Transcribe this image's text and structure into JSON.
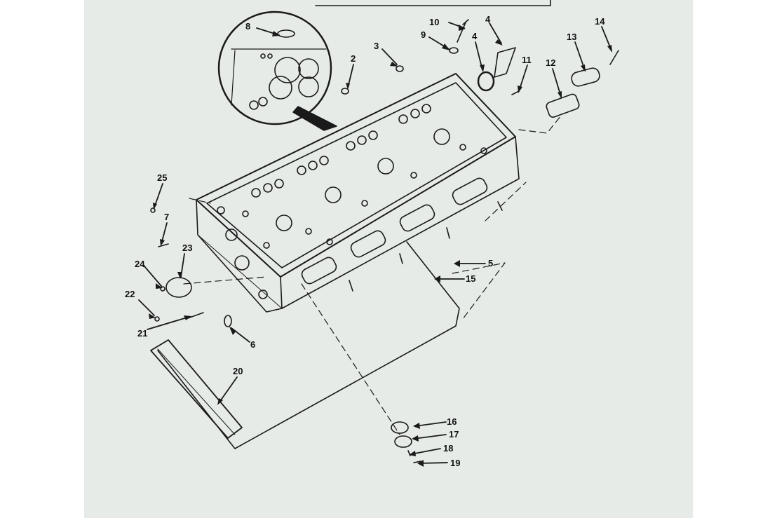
{
  "diagram": {
    "colors": {
      "paper": "#e6ebe8",
      "ink": "#1a1a1a",
      "margin": "#ffffff"
    },
    "callouts": [
      {
        "id": "c8",
        "text": "8"
      },
      {
        "id": "c10",
        "text": "10"
      },
      {
        "id": "c9",
        "text": "9"
      },
      {
        "id": "c4a",
        "text": "4"
      },
      {
        "id": "c4b",
        "text": "4"
      },
      {
        "id": "c3",
        "text": "3"
      },
      {
        "id": "c2",
        "text": "2"
      },
      {
        "id": "c11",
        "text": "11"
      },
      {
        "id": "c13",
        "text": "13"
      },
      {
        "id": "c14",
        "text": "14"
      },
      {
        "id": "c12",
        "text": "12"
      },
      {
        "id": "c25",
        "text": "25"
      },
      {
        "id": "c7",
        "text": "7"
      },
      {
        "id": "c23",
        "text": "23"
      },
      {
        "id": "c24",
        "text": "24"
      },
      {
        "id": "c22",
        "text": "22"
      },
      {
        "id": "c21",
        "text": "21"
      },
      {
        "id": "c6",
        "text": "6"
      },
      {
        "id": "c5",
        "text": "5"
      },
      {
        "id": "c15",
        "text": "15"
      },
      {
        "id": "c20",
        "text": "20"
      },
      {
        "id": "c16",
        "text": "16"
      },
      {
        "id": "c17",
        "text": "17"
      },
      {
        "id": "c18",
        "text": "18"
      },
      {
        "id": "c19",
        "text": "19"
      }
    ]
  }
}
